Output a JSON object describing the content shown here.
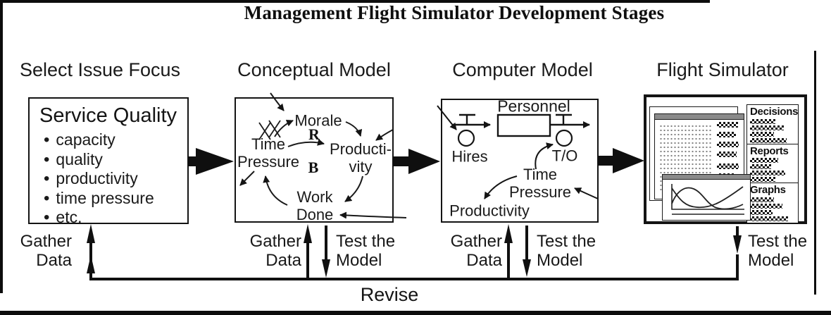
{
  "title": "Management Flight Simulator Development Stages",
  "stage_headers": [
    "Select Issue Focus",
    "Conceptual Model",
    "Computer Model",
    "Flight Simulator"
  ],
  "issue_box": {
    "title": "Service Quality",
    "bullet": "•",
    "bullets": [
      "capacity",
      "quality",
      "productivity",
      "time pressure",
      "etc."
    ]
  },
  "conceptual_box": {
    "morale": "Morale",
    "loop_r": "R",
    "loop_b": "B",
    "time_pressure_l1": "Time",
    "time_pressure_l2": "Pressure",
    "productivity_l1": "Producti-",
    "productivity_l2": "vity",
    "work_done_l1": "Work",
    "work_done_l2": "Done"
  },
  "computer_box": {
    "personnel": "Personnel",
    "hires": "Hires",
    "turnover": "T/O",
    "time_pressure_l1": "Time",
    "time_pressure_l2": "Pressure",
    "productivity": "Productivity"
  },
  "simulator_box": {
    "panels": [
      "Decisions",
      "Reports",
      "Graphs"
    ]
  },
  "feedback": {
    "gather_l1": "Gather",
    "gather_l2": "Data",
    "test_l1": "Test the",
    "test_l2": "Model",
    "revise": "Revise"
  }
}
